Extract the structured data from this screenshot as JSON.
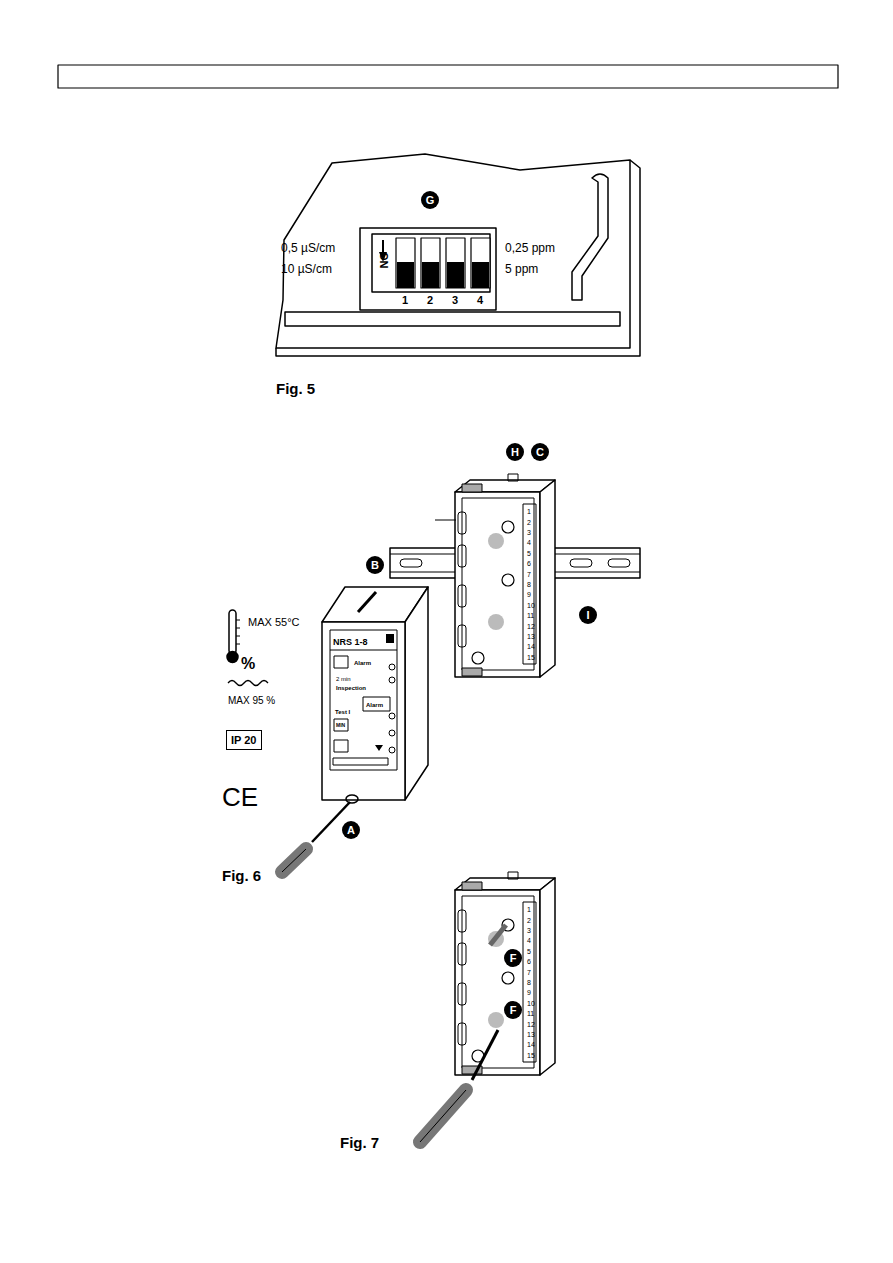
{
  "diagram": {
    "nodes": [
      {
        "text": [
          "G"
        ]
      },
      {
        "text": [
          "H"
        ]
      },
      {
        "text": [
          "C"
        ]
      },
      {
        "text": [
          "B"
        ]
      },
      {
        "text": [
          "I"
        ]
      },
      {
        "text": [
          "IP 20"
        ]
      },
      {
        "text": [
          "A"
        ]
      },
      {
        "text": [
          "F"
        ]
      },
      {
        "text": [
          "F"
        ]
      }
    ],
    "labels": [
      "0,5 µS/cm",
      "10 µS/cm",
      "0,25 ppm",
      "5 ppm",
      "ON",
      "1",
      "2",
      "3",
      "4",
      "Fig. 5",
      "1",
      "2",
      "3",
      "4",
      "5",
      "6",
      "7",
      "8",
      "9",
      "10",
      "11",
      "12",
      "13",
      "14",
      "15",
      "MAX 55°C",
      "%",
      "MAX 95 %",
      "CE",
      "NRS 1-8",
      "Alarm",
      "2 min",
      "Inspection",
      "Alarm",
      "Test I",
      "MIN",
      "Fig. 6",
      "1",
      "2",
      "3",
      "4",
      "5",
      "6",
      "7",
      "8",
      "9",
      "10",
      "11",
      "12",
      "13",
      "14",
      "15",
      "Fig. 7"
    ]
  }
}
